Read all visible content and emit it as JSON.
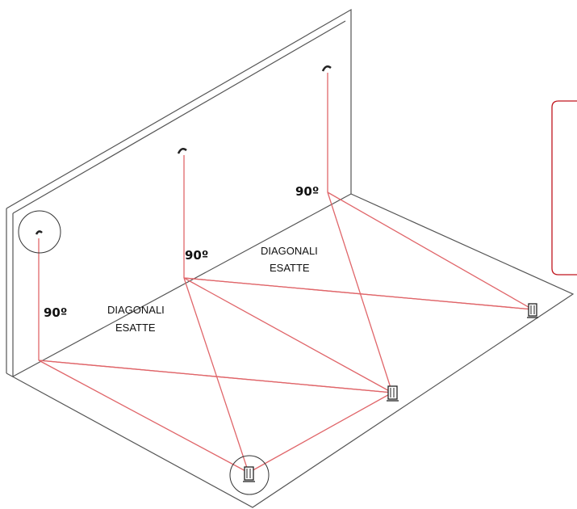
{
  "labels": {
    "angle_1": "90º",
    "angle_2": "90º",
    "angle_3": "90º",
    "diagonals_1_line1": "DIAGONALI",
    "diagonals_1_line2": "ESATTE",
    "diagonals_2_line1": "DIAGONALI",
    "diagonals_2_line2": "ESATTE"
  },
  "colors": {
    "laser_line": "#e0666a",
    "callout_border": "#c0151d",
    "edges": "#555555"
  },
  "icons": {
    "ceiling_marker": "ceiling-marker-icon",
    "floor_marker": "floor-marker-icon"
  }
}
